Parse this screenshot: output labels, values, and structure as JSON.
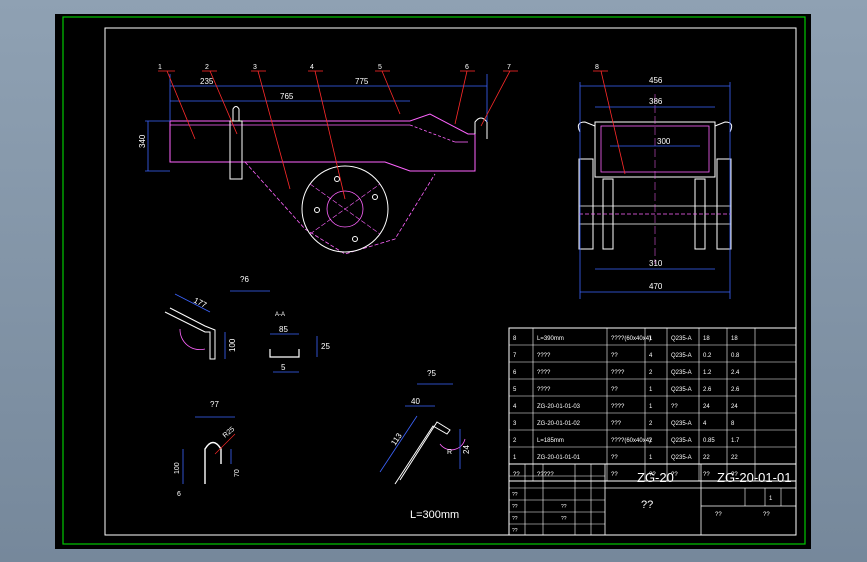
{
  "colors": {
    "viewport_bg": "#7f91a4",
    "paper": "#000000",
    "outer_border": "#00c800",
    "frame_line": "#ffffff",
    "part_line": "#ff64ff",
    "dim_line": "#3c64ff",
    "leader_line": "#ff2a2a",
    "text": "#ffffff"
  },
  "balloons": [
    "1",
    "2",
    "3",
    "4",
    "5",
    "6",
    "7",
    "8"
  ],
  "dimensions": {
    "side_view": {
      "d1": "235",
      "d2": "765",
      "d3": "775",
      "height": "340"
    },
    "end_view": {
      "top_outer": "456",
      "top_inner": "386",
      "mid": "300",
      "bottom_inner": "310",
      "bottom_outer": "470"
    },
    "detail_6": {
      "length": "177",
      "height": "100"
    },
    "detail_a": {
      "width": "85",
      "height": "25",
      "lip": "5"
    },
    "detail_5": {
      "top": "40",
      "length": "113",
      "depth": "24",
      "radius": "R"
    },
    "detail_7": {
      "height": "100",
      "radius": "R25",
      "leg": "70",
      "bottom": "6"
    }
  },
  "section_labels": {
    "detail_6": "?6",
    "detail_a": "A-A",
    "detail_5": "?5",
    "detail_7": "?7"
  },
  "length_note": "L=300mm",
  "parts_list": [
    {
      "no": "8",
      "code": "L=390mm",
      "name": "????(60x40x4)",
      "qty": "1",
      "material": "Q235-A",
      "unit": "18",
      "total": "18"
    },
    {
      "no": "7",
      "code": "????",
      "name": "??",
      "qty": "4",
      "material": "Q235-A",
      "unit": "0.2",
      "total": "0.8"
    },
    {
      "no": "6",
      "code": "????",
      "name": "????",
      "qty": "2",
      "material": "Q235-A",
      "unit": "1.2",
      "total": "2.4"
    },
    {
      "no": "5",
      "code": "????",
      "name": "??",
      "qty": "1",
      "material": "Q235-A",
      "unit": "2.6",
      "total": "2.6"
    },
    {
      "no": "4",
      "code": "ZG-20-01-01-03",
      "name": "????",
      "qty": "1",
      "material": "??",
      "unit": "24",
      "total": "24"
    },
    {
      "no": "3",
      "code": "ZG-20-01-01-02",
      "name": "???",
      "qty": "2",
      "material": "Q235-A",
      "unit": "4",
      "total": "8"
    },
    {
      "no": "2",
      "code": "L=185mm",
      "name": "????(60x40x4)",
      "qty": "2",
      "material": "Q235-A",
      "unit": "0.85",
      "total": "1.7"
    },
    {
      "no": "1",
      "code": "ZG-20-01-01-01",
      "name": "??",
      "qty": "1",
      "material": "Q235-A",
      "unit": "22",
      "total": "22"
    }
  ],
  "parts_header": {
    "no": "??",
    "code": "?????",
    "name": "??",
    "qty": "??",
    "material": "??",
    "unit": "??",
    "total": "??"
  },
  "title_block": {
    "model": "ZG-20",
    "drawing_no": "ZG-20-01-01",
    "drawing_name": "??",
    "scale": "1",
    "sheet_a": "??",
    "sheet_b": "??",
    "left_small": [
      "??",
      "??",
      "??",
      "??",
      "??",
      "??"
    ]
  }
}
